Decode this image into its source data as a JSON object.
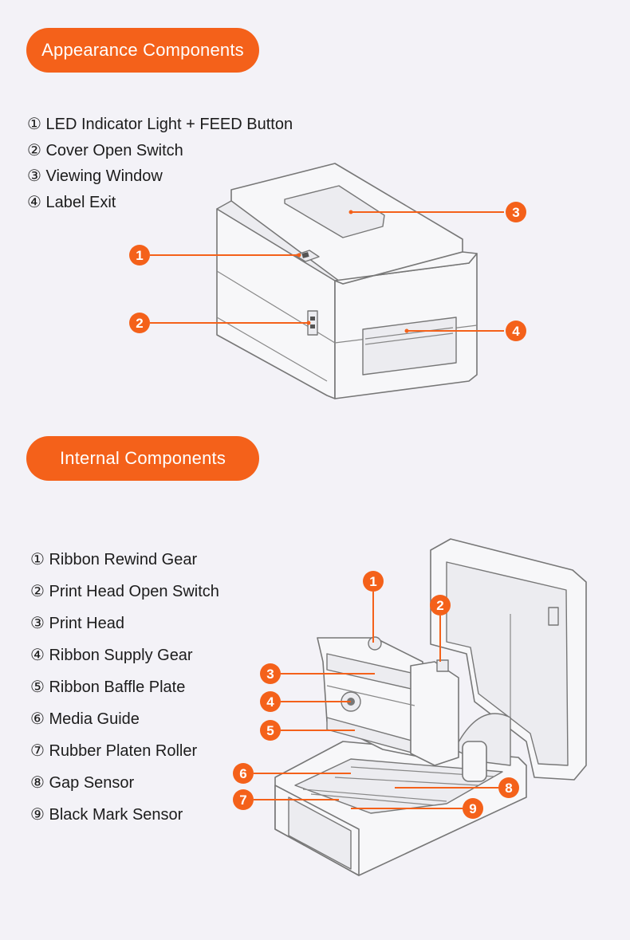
{
  "appearance": {
    "title": "Appearance Components",
    "items": [
      "① LED Indicator Light + FEED Button",
      "② Cover Open Switch",
      "③ Viewing Window",
      "④ Label Exit"
    ],
    "callouts": [
      "1",
      "2",
      "3",
      "4"
    ]
  },
  "internal": {
    "title": "Internal Components",
    "items": [
      "① Ribbon Rewind Gear",
      "② Print Head Open Switch",
      "③ Print Head",
      "④ Ribbon Supply Gear",
      "⑤ Ribbon Baffle Plate",
      "⑥ Media Guide",
      "⑦ Rubber Platen Roller",
      "⑧ Gap Sensor",
      "⑨ Black Mark Sensor"
    ],
    "callouts": [
      "1",
      "2",
      "3",
      "4",
      "5",
      "6",
      "7",
      "8",
      "9"
    ]
  },
  "colors": {
    "accent": "#f4611a",
    "background": "#f3f2f7"
  }
}
